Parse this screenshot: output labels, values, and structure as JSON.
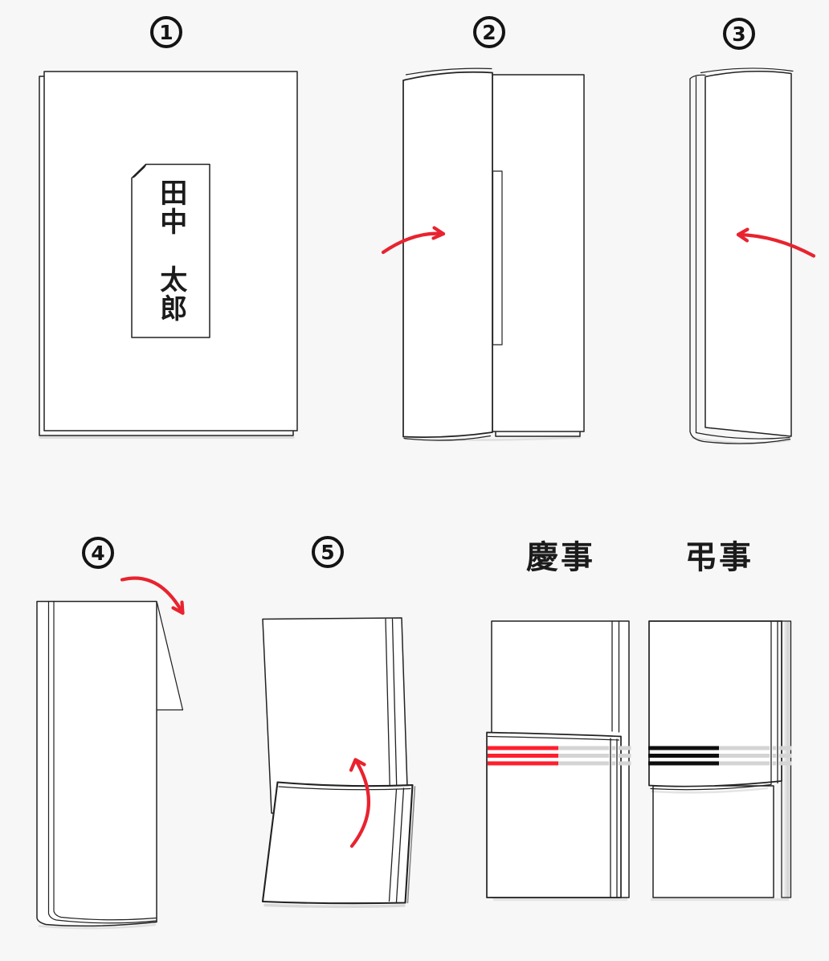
{
  "colors": {
    "background": "#f7f7f7",
    "ink": "#222222",
    "arrow_red": "#e8232f",
    "stripe_red": "#ff1f2d",
    "stripe_black": "#0e0e0e",
    "stripe_gray": "#d4d4d4"
  },
  "steps": [
    {
      "number": "1"
    },
    {
      "number": "2"
    },
    {
      "number": "3"
    },
    {
      "number": "4"
    },
    {
      "number": "5"
    }
  ],
  "name_label": {
    "text": "田中　太郎"
  },
  "result_labels": {
    "celebration": "慶事",
    "mourning": "弔事"
  }
}
